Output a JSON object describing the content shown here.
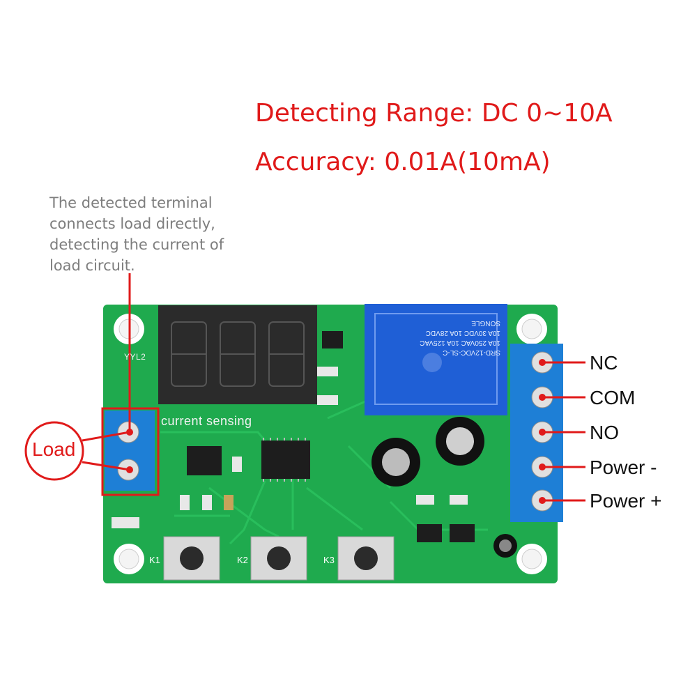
{
  "headline": {
    "range": "Detecting Range: DC 0~10A",
    "accuracy": "Accuracy: 0.01A(10mA)"
  },
  "note": {
    "lines": [
      "The detected terminal",
      "connects load directly,",
      "detecting the current of",
      "load circuit."
    ]
  },
  "load_label": "Load",
  "pins": [
    "NC",
    "COM",
    "NO",
    "Power -",
    "Power +"
  ],
  "board": {
    "silkscreen": "current sensing",
    "buttons": [
      "K1",
      "K2",
      "K3"
    ],
    "relay_lines": [
      "SRD-12VDC-SL-C",
      "10A 250VAC 10A 125VAC",
      "10A 30VDC 10A 28VDC",
      "SONGLE"
    ],
    "model": "YYL2"
  },
  "colors": {
    "headline": "#e01a1a",
    "note": "#7d7d7d",
    "pcb": "#1faa4e",
    "terminal": "#1e7fd6",
    "relay": "#1f5fd6",
    "display": "#2b2b2b"
  }
}
